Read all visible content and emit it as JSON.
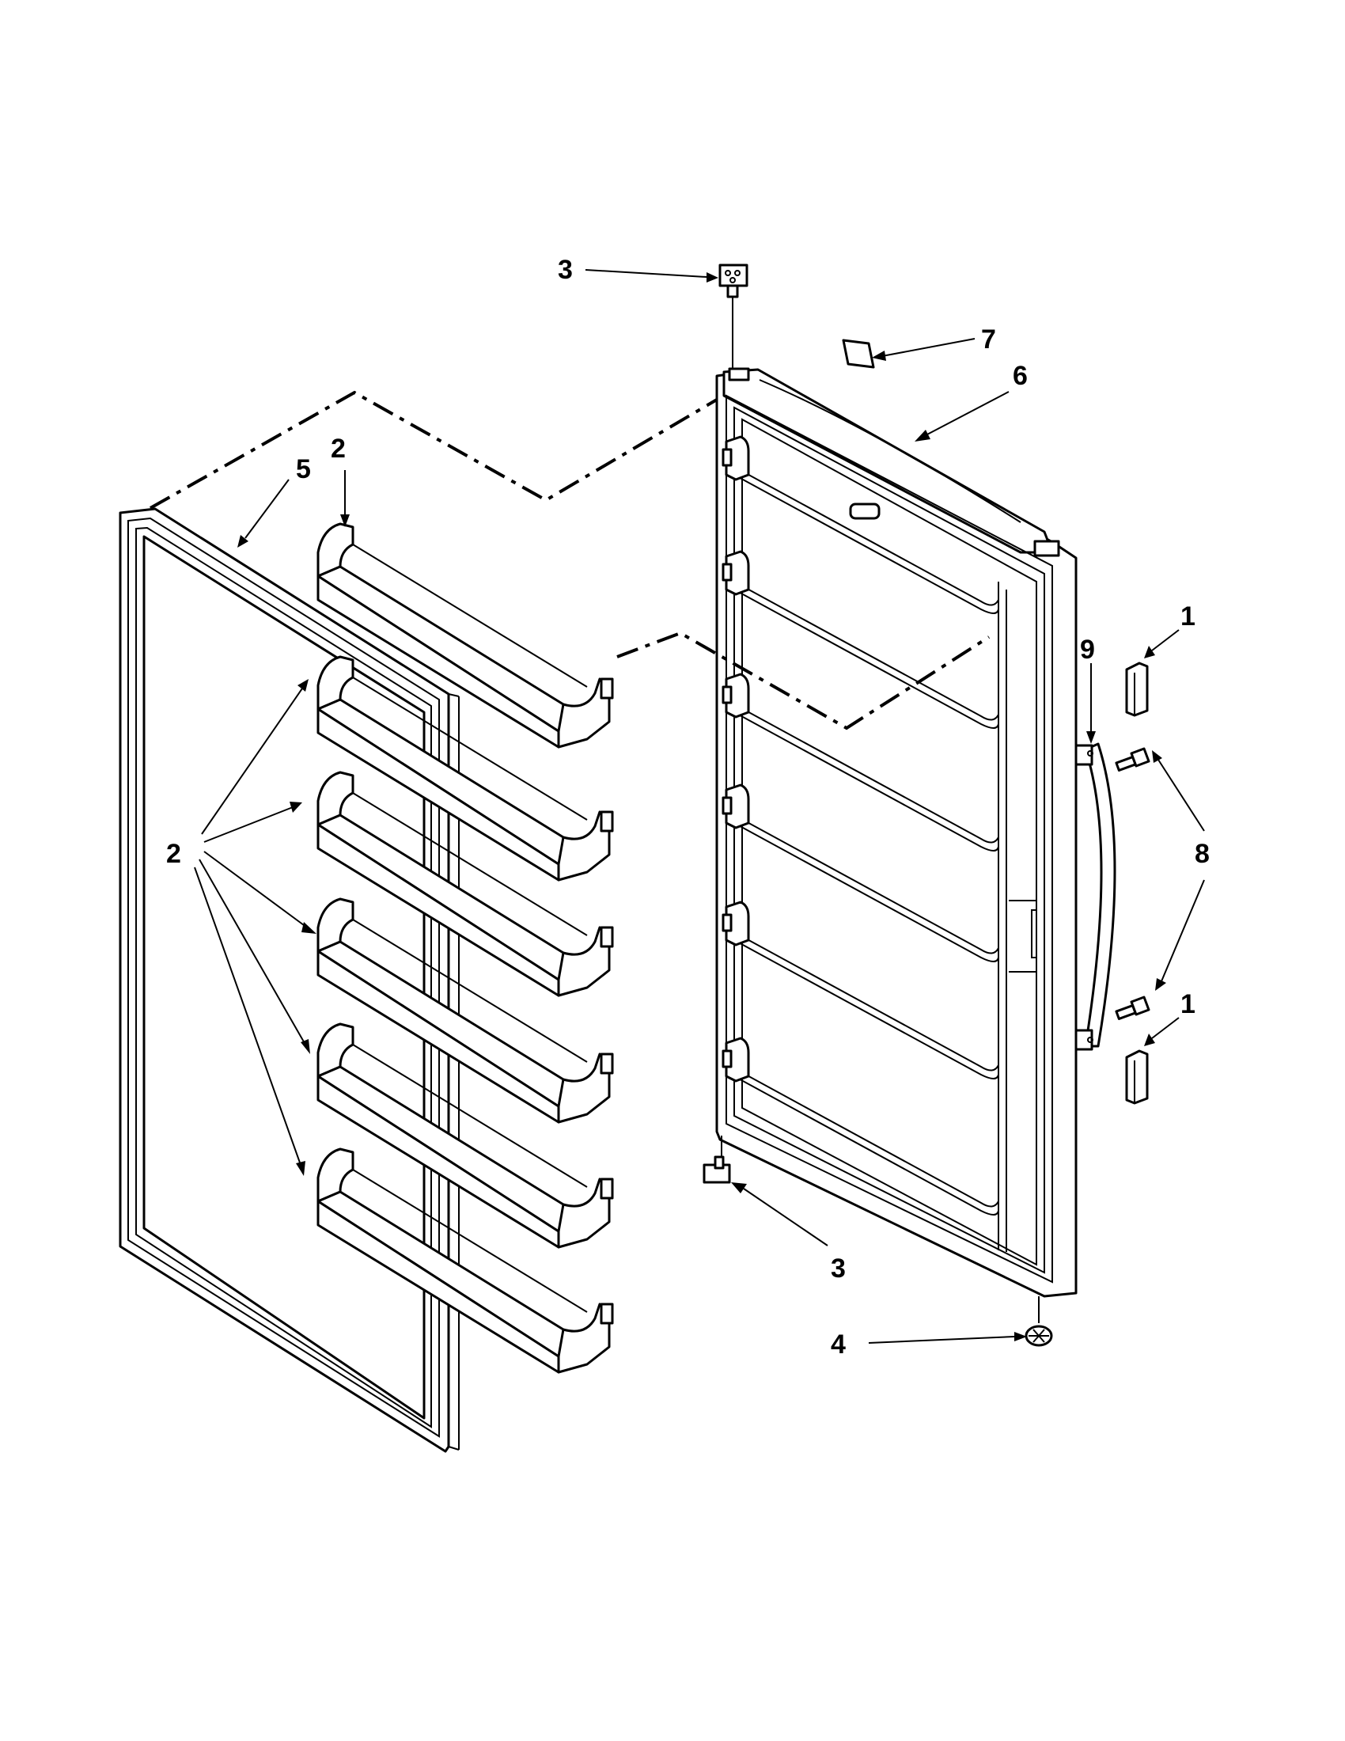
{
  "diagram": {
    "callouts": [
      {
        "id": "c3-top",
        "label": "3"
      },
      {
        "id": "c7",
        "label": "7"
      },
      {
        "id": "c6",
        "label": "6"
      },
      {
        "id": "c2-top",
        "label": "2"
      },
      {
        "id": "c5",
        "label": "5"
      },
      {
        "id": "c1-top",
        "label": "1"
      },
      {
        "id": "c9",
        "label": "9"
      },
      {
        "id": "c2-left",
        "label": "2"
      },
      {
        "id": "c8",
        "label": "8"
      },
      {
        "id": "c1-bottom",
        "label": "1"
      },
      {
        "id": "c3-bottom",
        "label": "3"
      },
      {
        "id": "c4",
        "label": "4"
      }
    ],
    "colors": {
      "ink": "#000000",
      "paper": "#ffffff",
      "shade": "#d9d9d9"
    }
  }
}
